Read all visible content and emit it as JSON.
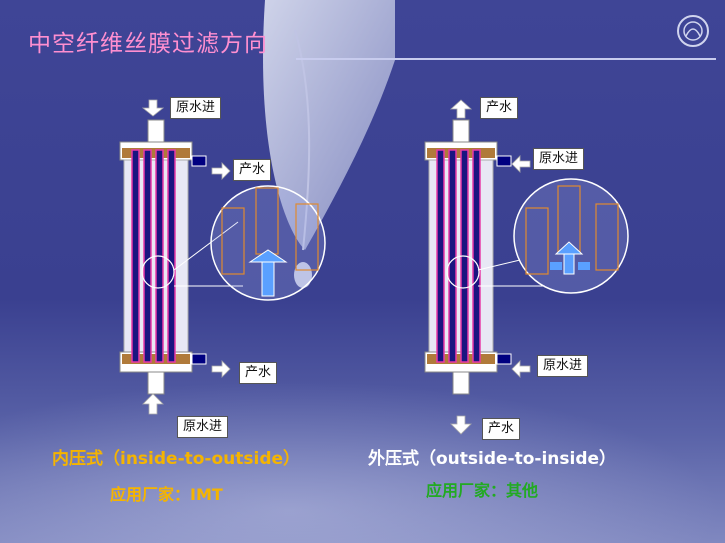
{
  "title": "中空纤维丝膜过滤方向",
  "left_module": {
    "top_label": "原水进",
    "side_top_label": "产水",
    "side_bottom_label": "产水",
    "bottom_label": "原水进",
    "caption": "内压式（inside-to-outside）",
    "application": "应用厂家：IMT"
  },
  "right_module": {
    "top_label": "产水",
    "side_top_label": "原水进",
    "side_bottom_label": "原水进",
    "bottom_label": "产水",
    "caption": "外压式（outside-to-inside）",
    "application": "应用厂家：其他"
  },
  "colors": {
    "title": "#ff8fd0",
    "left_caption": "#f5b400",
    "right_caption": "#ffffff",
    "left_application": "#f5b400",
    "right_application": "#22aa22",
    "fiber": "#1a1580",
    "fiber_outline": "#e83aa8",
    "arrow": "#5aa0ff"
  },
  "icons": [
    "leaf-decoration",
    "logo-emblem",
    "arrow-icon"
  ]
}
